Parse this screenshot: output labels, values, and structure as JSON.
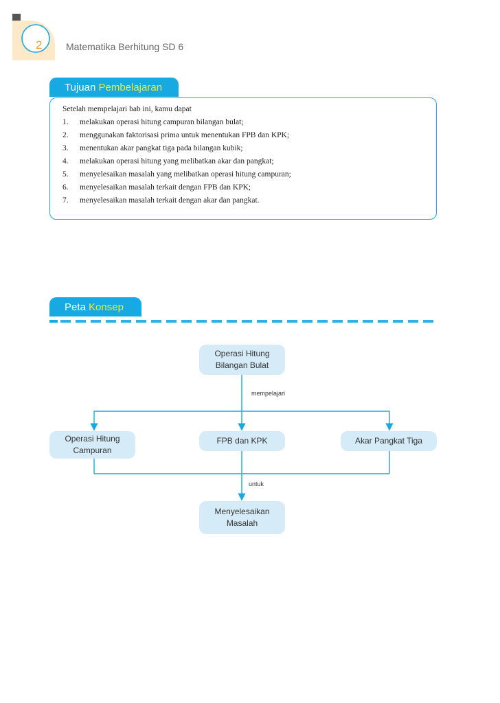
{
  "header": {
    "page_number": "2",
    "book_title": "Matematika Berhitung SD 6"
  },
  "objectives": {
    "tab_label_1": "Tujuan",
    "tab_label_2": "Pembelajaran",
    "intro": "Setelah mempelajari bab ini, kamu dapat",
    "items": [
      {
        "num": "1.",
        "text": "melakukan operasi hitung campuran bilangan bulat;"
      },
      {
        "num": "2.",
        "text": "menggunakan faktorisasi prima untuk menentukan FPB dan KPK;"
      },
      {
        "num": "3.",
        "text": "menentukan akar pangkat tiga pada bilangan kubik;"
      },
      {
        "num": "4.",
        "text": "melakukan operasi hitung yang melibatkan akar dan pangkat;"
      },
      {
        "num": "5.",
        "text": "menyelesaikan masalah yang melibatkan operasi hitung campuran;"
      },
      {
        "num": "6.",
        "text": "menyelesaikan masalah terkait dengan FPB dan KPK;"
      },
      {
        "num": "7.",
        "text": "menyelesaikan masalah terkait dengan akar dan pangkat."
      }
    ]
  },
  "concept_map": {
    "tab_label_1": "Peta",
    "tab_label_2": "Konsep",
    "top_node_line1": "Operasi Hitung",
    "top_node_line2": "Bilangan Bulat",
    "edge_label_1": "mempelajari",
    "left_node_line1": "Operasi Hitung",
    "left_node_line2": "Campuran",
    "mid_node": "FPB dan KPK",
    "right_node": "Akar Pangkat Tiga",
    "edge_label_2": "untuk",
    "bottom_node_line1": "Menyelesaikan",
    "bottom_node_line2": "Masalah"
  },
  "colors": {
    "accent": "#17a9e2",
    "highlight": "#f2ea2a",
    "node_fill": "#d5ebf7",
    "page_number": "#e8a53a"
  }
}
